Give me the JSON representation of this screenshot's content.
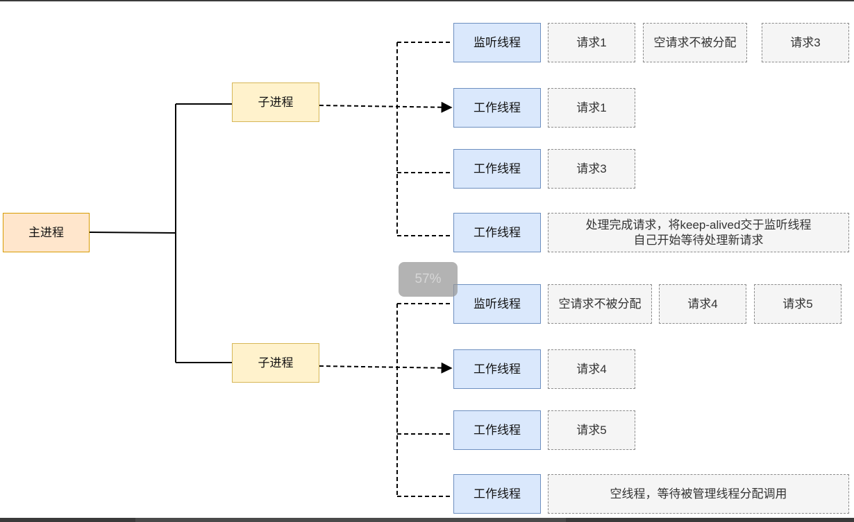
{
  "nodes": {
    "main": "主进程",
    "child1": "子进程",
    "child2": "子进程",
    "g1_listen": "监听线程",
    "g1_work1": "工作线程",
    "g1_work2": "工作线程",
    "g1_work3": "工作线程",
    "g2_listen": "监听线程",
    "g2_work1": "工作线程",
    "g2_work2": "工作线程",
    "g2_work3": "工作线程"
  },
  "requests": {
    "g1_listen_r1": "请求1",
    "g1_listen_r2": "空请求不被分配",
    "g1_listen_r3": "请求3",
    "g1_work1_r": "请求1",
    "g1_work2_r": "请求3",
    "g1_work3_r": "处理完成请求，将keep-alived交于监听线程\n自己开始等待处理新请求",
    "g2_listen_r1": "空请求不被分配",
    "g2_listen_r2": "请求4",
    "g2_listen_r3": "请求5",
    "g2_work1_r": "请求4",
    "g2_work2_r": "请求5",
    "g2_work3_r": "空线程，等待被管理线程分配调用"
  },
  "zoom_level": "57%",
  "colors": {
    "main_fill": "#ffe6cc",
    "child_fill": "#fff2cc",
    "thread_fill": "#dae8fc",
    "request_fill": "#f5f5f5"
  }
}
